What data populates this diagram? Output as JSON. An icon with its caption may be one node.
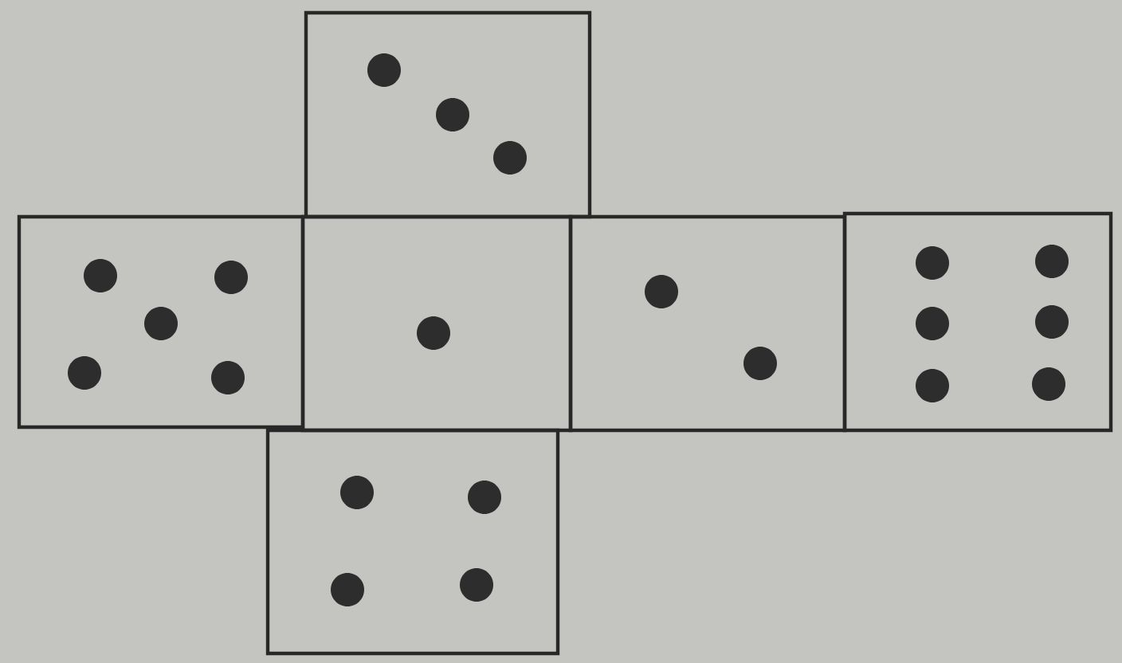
{
  "diagram": {
    "nodes": [
      {
        "text": [],
        "shape": "box"
      },
      {
        "text": [],
        "shape": "box"
      },
      {
        "text": [],
        "shape": "box"
      },
      {
        "text": [],
        "shape": "box"
      },
      {
        "text": [],
        "shape": "box"
      },
      {
        "text": [],
        "shape": "box"
      }
    ]
  }
}
